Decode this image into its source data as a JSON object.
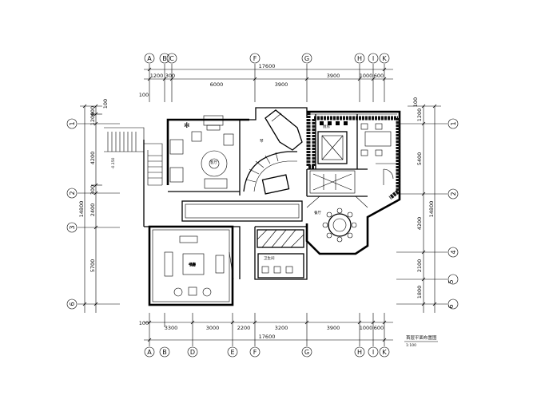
{
  "top_axes": [
    "A",
    "B",
    "C",
    "F",
    "G",
    "H",
    "I",
    "K"
  ],
  "bottom_axes": [
    "A",
    "B",
    "D",
    "E",
    "F",
    "G",
    "H",
    "I",
    "K"
  ],
  "left_axes": [
    "1",
    "2",
    "3",
    "6"
  ],
  "right_axes": [
    "1",
    "2",
    "4",
    "5",
    "6"
  ],
  "dims": {
    "top_total": "17600",
    "top_segments": [
      "1200",
      "300",
      "6000",
      "3900",
      "3900",
      "1000",
      "600"
    ],
    "bottom_total": "17600",
    "bottom_segments": [
      "3300",
      "3000",
      "2200",
      "3200",
      "3900",
      "1000",
      "600"
    ],
    "left_total": "14800",
    "left_segments": [
      "600",
      "1200",
      "4200",
      "300",
      "2400",
      "5700"
    ],
    "right_total": "14800",
    "right_segments": [
      "1200",
      "5400",
      "4200",
      "2100",
      "1800"
    ],
    "offset_marks": [
      "100",
      "100",
      "100",
      "100"
    ]
  },
  "level_mark": "-0.150",
  "room_labels": [
    "客厅",
    "餐厅",
    "书房",
    "厨房",
    "卫生间"
  ],
  "drawing_title": "首层平面布置图",
  "drawing_scale": "1:100"
}
